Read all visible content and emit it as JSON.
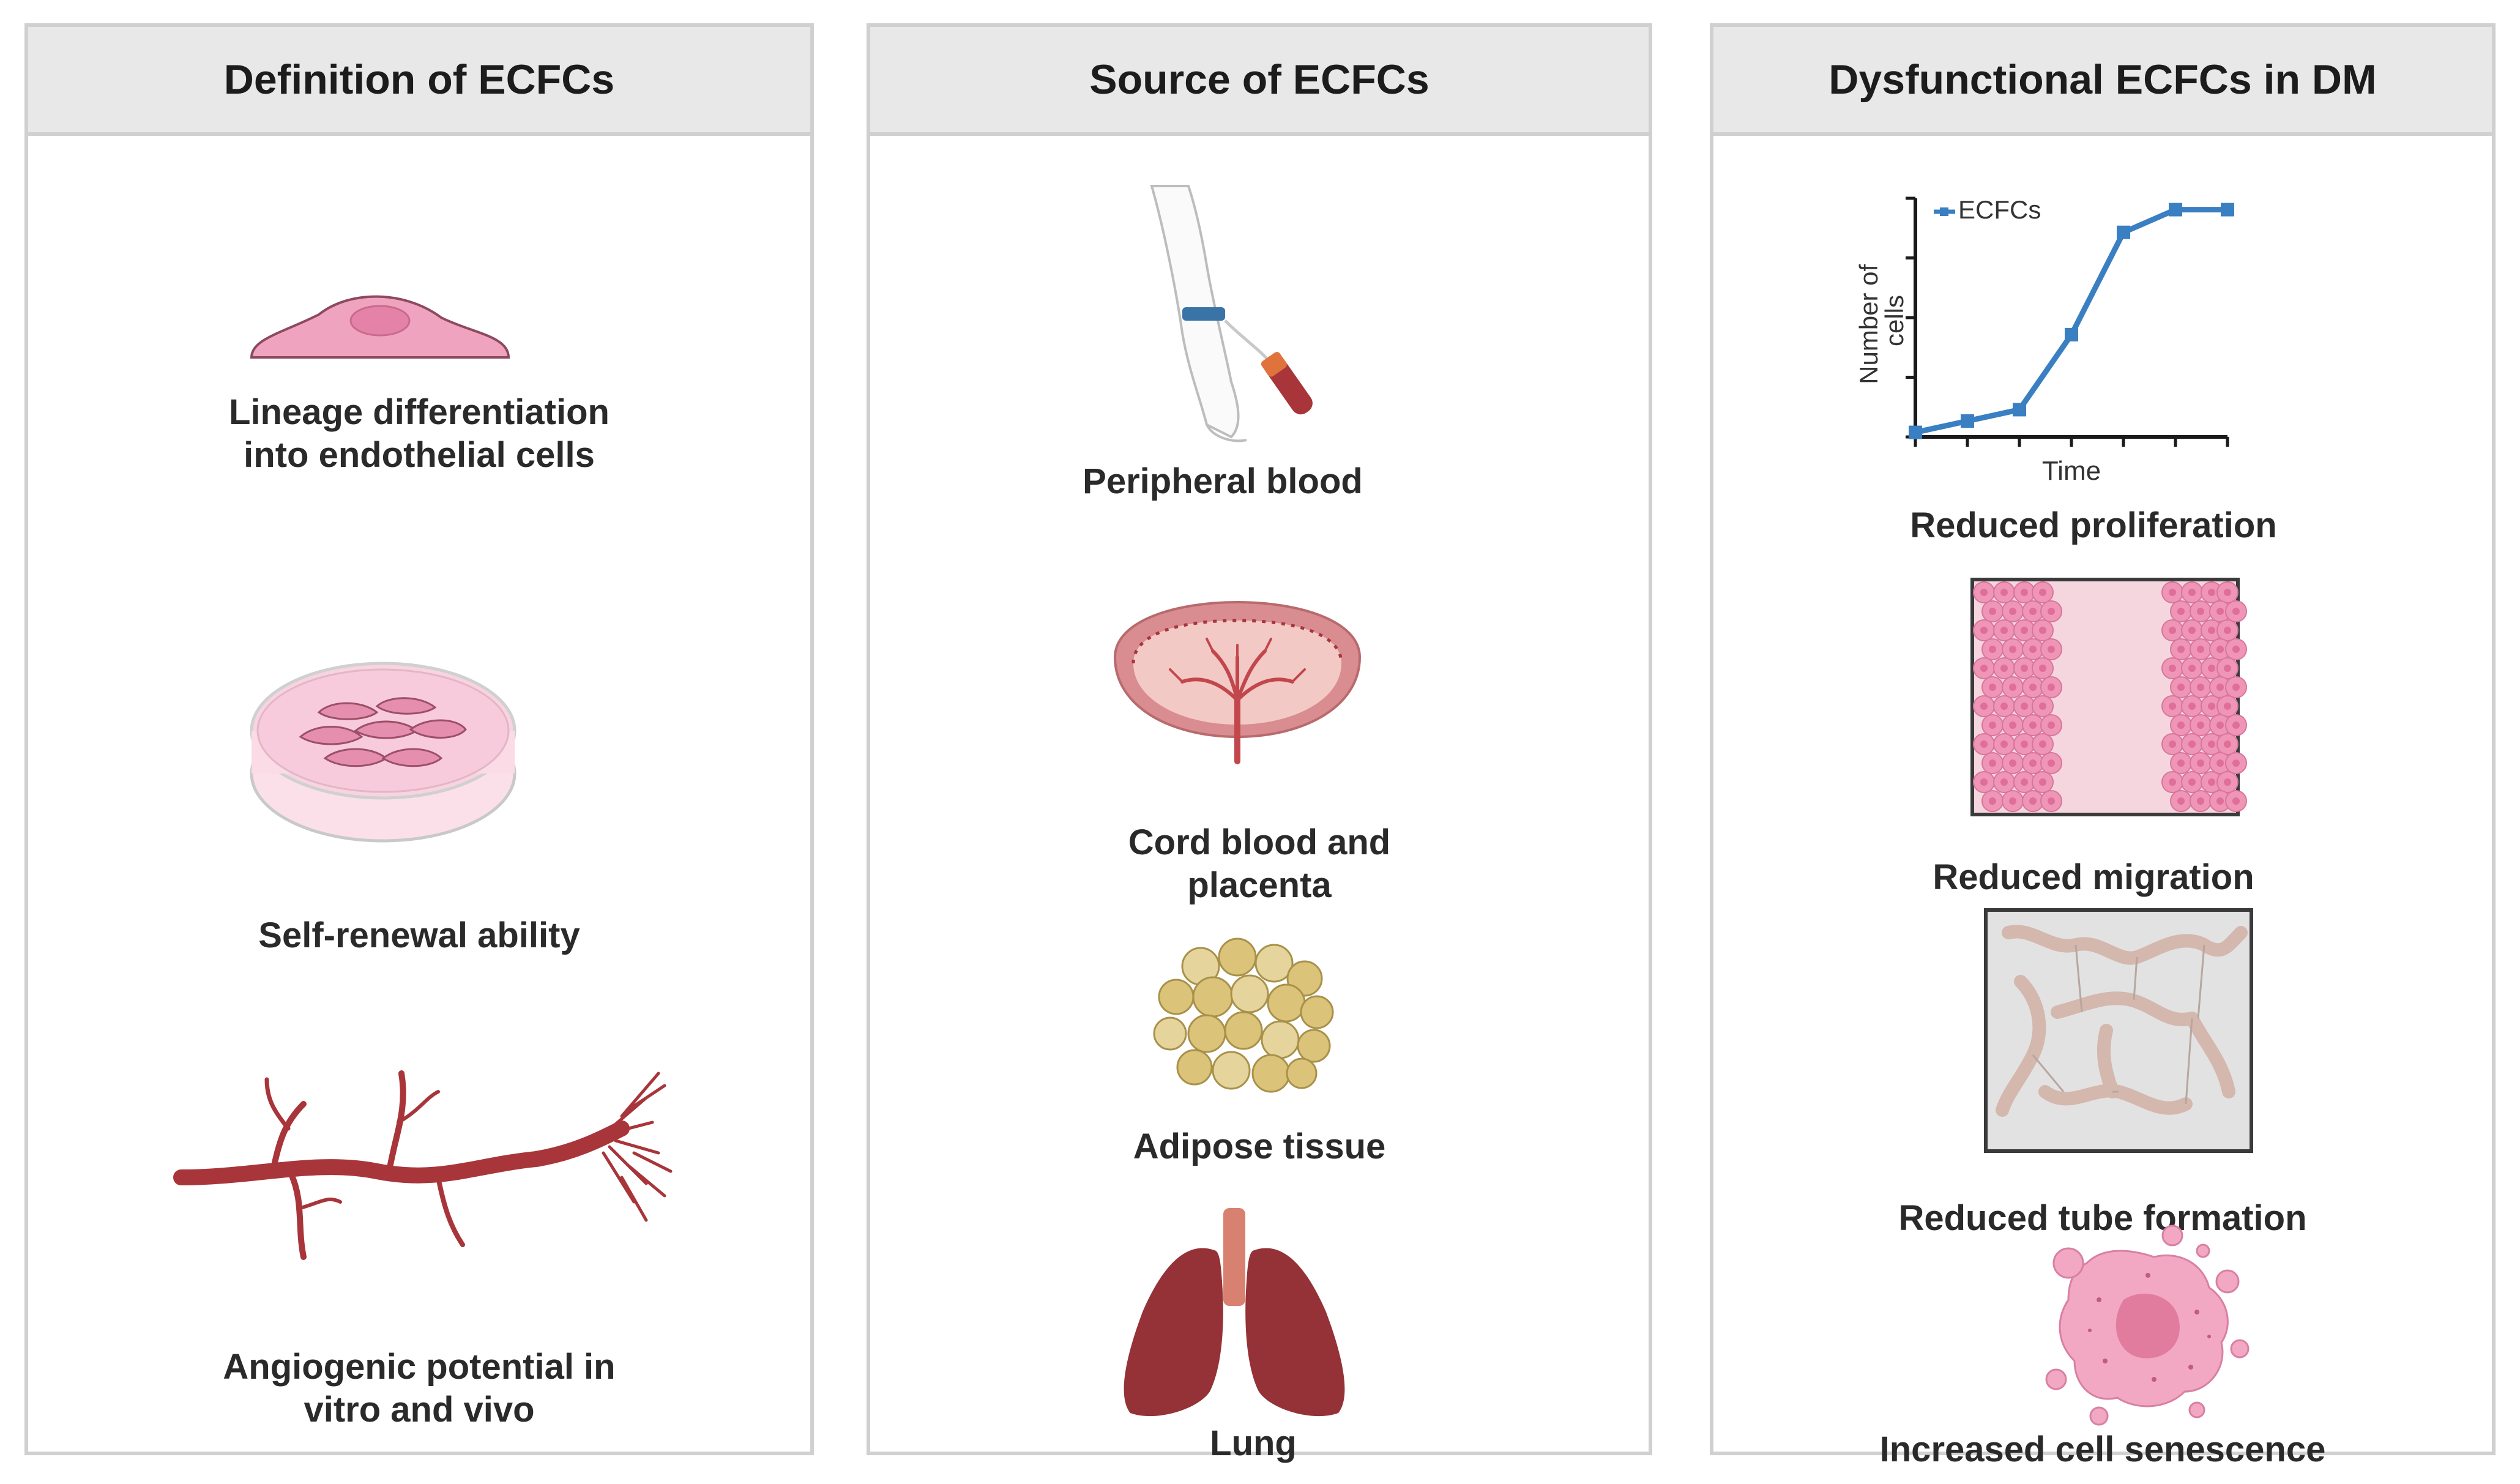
{
  "panels": [
    {
      "title": "Definition of ECFCs",
      "items": [
        {
          "label": "Lineage differentiation\ninto endothelial cells",
          "icon": "endothelial-cell-icon"
        },
        {
          "label": "Self-renewal ability",
          "icon": "petri-dish-icon"
        },
        {
          "label": "Angiogenic potential in\nvitro and vivo",
          "icon": "blood-vessel-icon"
        }
      ]
    },
    {
      "title": "Source of ECFCs",
      "items": [
        {
          "label": "Peripheral blood",
          "icon": "arm-blood-draw-icon"
        },
        {
          "label": "Cord blood and\nplacenta",
          "icon": "placenta-icon"
        },
        {
          "label": "Adipose tissue",
          "icon": "adipose-tissue-icon"
        },
        {
          "label": "Lung",
          "icon": "lung-icon"
        }
      ]
    },
    {
      "title": "Dysfunctional ECFCs in DM",
      "items": [
        {
          "label": "Reduced proliferation",
          "icon": "proliferation-chart"
        },
        {
          "label": "Reduced migration",
          "icon": "scratch-assay-icon"
        },
        {
          "label": "Reduced tube formation",
          "icon": "tube-formation-icon"
        },
        {
          "label": "Increased cell senescence",
          "icon": "senescent-cell-icon"
        }
      ]
    }
  ],
  "chart_data": {
    "type": "line",
    "xlabel": "Time",
    "ylabel": "Number of cells",
    "legend": "top-left",
    "series": [
      {
        "name": "ECFCs",
        "values": [
          0.02,
          0.07,
          0.12,
          0.45,
          0.9,
          1.0,
          1.0
        ]
      }
    ],
    "x": [
      0,
      1,
      2,
      3,
      4,
      5,
      6
    ],
    "xlim": [
      0,
      6
    ],
    "ylim": [
      0,
      1.05
    ],
    "x_tick_labels": false,
    "y_tick_labels": false,
    "colors": {
      "line": "#3a7fc1"
    }
  },
  "colors": {
    "cell_pink": "#efa3be",
    "vessel_red": "#a8353a",
    "lung_red": "#943237",
    "fat_yellow": "#dcc37a"
  }
}
